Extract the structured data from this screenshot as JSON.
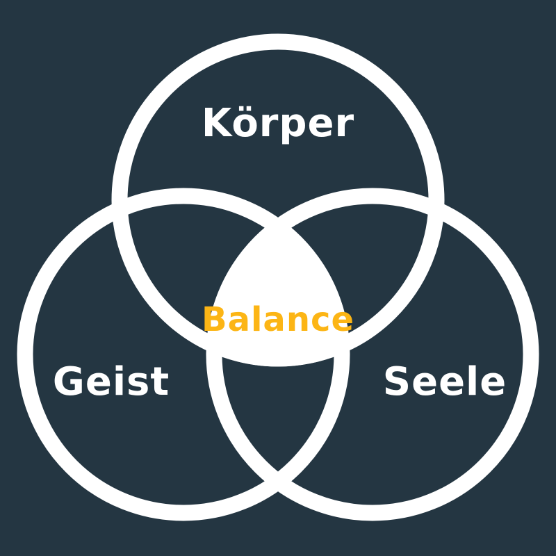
{
  "diagram": {
    "type": "venn",
    "circles": [
      {
        "id": "koerper",
        "label": "Körper"
      },
      {
        "id": "geist",
        "label": "Geist"
      },
      {
        "id": "seele",
        "label": "Seele"
      }
    ],
    "center": {
      "label": "Balance"
    },
    "colors": {
      "background": "#243642",
      "circle_stroke": "#ffffff",
      "center_fill": "#ffffff",
      "label_text": "#ffffff",
      "center_label_text": "#FCB515"
    }
  }
}
